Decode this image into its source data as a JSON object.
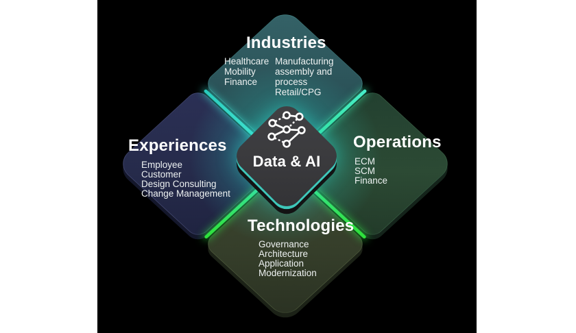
{
  "diagram": {
    "center": {
      "title": "Data & AI",
      "icon": "network-nodes",
      "tile_color": "#3a3a3d",
      "glow_color": "#2edccd"
    },
    "quadrants": {
      "industries": {
        "title": "Industries",
        "fill_color": "#2e5a60",
        "edge_glow_color": "#3ce6d2",
        "col1": [
          "Healthcare",
          "Mobility",
          "Finance"
        ],
        "col2": [
          "Manufacturing assembly and process",
          "Retail/CPG"
        ]
      },
      "experiences": {
        "title": "Experiences",
        "fill_color": "#262b4b",
        "edge_glow_color": "#3ce6d2",
        "items": [
          "Employee",
          "Customer",
          "Design Consulting",
          "Change Management"
        ]
      },
      "operations": {
        "title": "Operations",
        "fill_color": "#2c4a34",
        "edge_glow_color": "#2ee03a",
        "items": [
          "ECM",
          "SCM",
          "Finance"
        ]
      },
      "technologies": {
        "title": "Technologies",
        "fill_color": "#353e2a",
        "edge_glow_color": "#2ee03a",
        "items": [
          "Governance",
          "Architecture",
          "Application",
          "Modernization"
        ]
      }
    },
    "colors": {
      "canvas_background": "#000000",
      "page_background": "#ffffff",
      "text": "#ffffff"
    }
  }
}
